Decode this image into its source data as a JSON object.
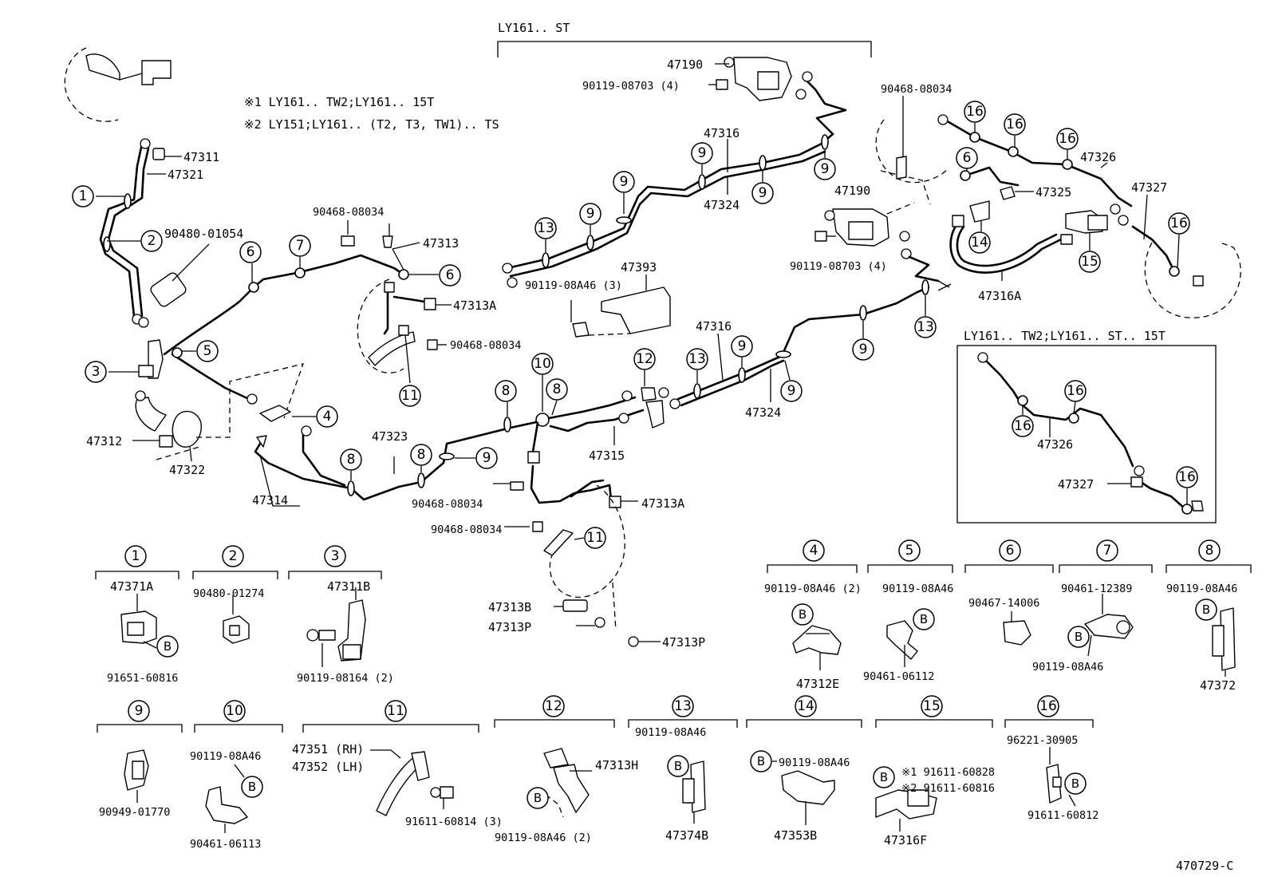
{
  "figure_code": "470729-C",
  "header": {
    "range_label": "LY161.. ST",
    "note1": "※1 LY161.. TW2;LY161.. 15T",
    "note2": "※2 LY151;LY161.. (T2, T3, TW1).. TS"
  },
  "inset": {
    "title": "LY161.. TW2;LY161.. ST.. 15T"
  },
  "callouts": {
    "n1": "1",
    "n2": "2",
    "n3": "3",
    "n4": "4",
    "n5": "5",
    "n6": "6",
    "n7": "7",
    "n8": "8",
    "n9": "9",
    "n10": "10",
    "n11": "11",
    "n12": "12",
    "n13": "13",
    "n14": "14",
    "n15": "15",
    "n16": "16",
    "b": "B"
  },
  "labels": {
    "p47311": "47311",
    "p47321": "47321",
    "p90480_01054": "90480-01054",
    "p47312": "47312",
    "p47322": "47322",
    "p47314": "47314",
    "p47323": "47323",
    "p90468_08034": "90468-08034",
    "p47313": "47313",
    "p47313A": "47313A",
    "p47190": "47190",
    "p90119_08703_4": "90119-08703 (4)",
    "p47316": "47316",
    "p47324": "47324",
    "p47393": "47393",
    "p90119_08A46_3": "90119-08A46 (3)",
    "p47315": "47315",
    "p47316A": "47316A",
    "p47325": "47325",
    "p47326": "47326",
    "p47327": "47327",
    "p47313B": "47313B",
    "p47313P": "47313P"
  },
  "detail_parts": {
    "d1_top": "47371A",
    "d1_bottom": "91651-60816",
    "d2_top": "90480-01274",
    "d3_top": "47311B",
    "d3_bottom": "90119-08164 (2)",
    "d4_top": "90119-08A46 (2)",
    "d4_bottom": "47312E",
    "d5_top": "90119-08A46",
    "d5_bottom": "90461-06112",
    "d6_top": "90467-14006",
    "d7_top": "90461-12389",
    "d7_bottom": "90119-08A46",
    "d8_top": "90119-08A46",
    "d8_bottom": "47372",
    "d9_bottom": "90949-01770",
    "d10_top": "90119-08A46",
    "d10_bottom": "90461-06113",
    "d11_rh": "47351 (RH)",
    "d11_lh": "47352 (LH)",
    "d11_bottom": "91611-60814 (3)",
    "d12_part": "47313H",
    "d12_bottom": "90119-08A46 (2)",
    "d13_top": "90119-08A46",
    "d13_bottom": "47374B",
    "d14_top": "90119-08A46",
    "d14_bottom": "47353B",
    "d15_a": "※1 91611-60828",
    "d15_b": "※2 91611-60816",
    "d15_bottom": "47316F",
    "d16_top": "96221-30905",
    "d16_bottom": "91611-60812"
  }
}
